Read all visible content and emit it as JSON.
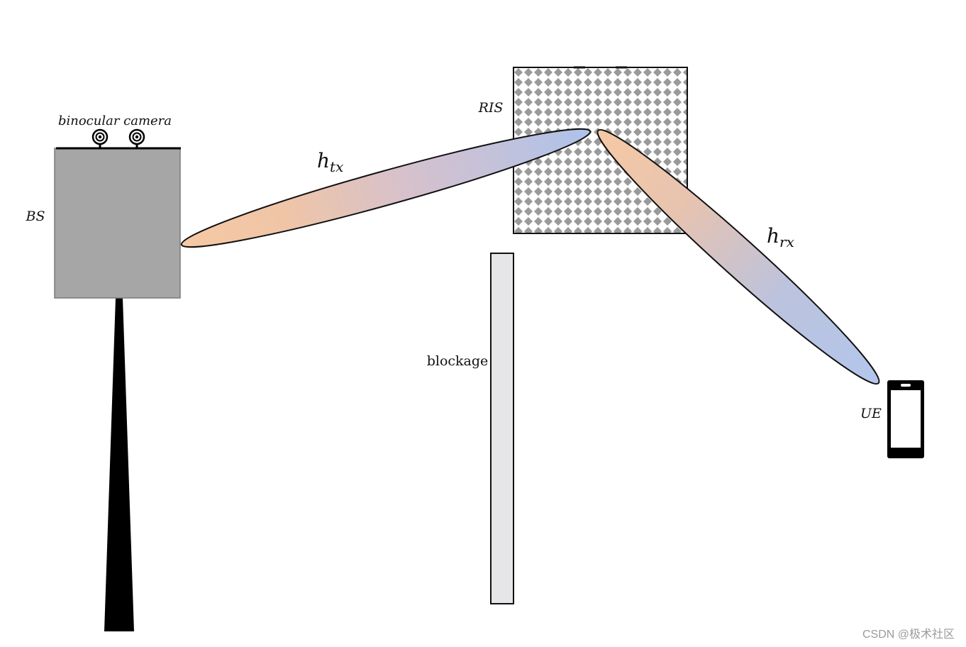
{
  "labels": {
    "camera": "binocular camera",
    "bs": "BS",
    "ris": "RIS",
    "blockage": "blockage",
    "ue": "UE",
    "watermark": "CSDN @极术社区"
  },
  "channels": {
    "tx": {
      "base": "h",
      "sub": "tx"
    },
    "rx": {
      "base": "h",
      "sub": "rx"
    }
  },
  "colors": {
    "bs_box": "#a6a6a6",
    "pole": "#000000",
    "blockage": "#e6e6e8",
    "beam_start": "#f5c9a5",
    "beam_end": "#b2c4ea",
    "ris_cell": "#9a9a9a",
    "outline": "#1a1a1a",
    "watermark": "#9a9a9a"
  },
  "icons": {
    "camera": "camera-lens-icon",
    "ue": "smartphone-icon"
  }
}
